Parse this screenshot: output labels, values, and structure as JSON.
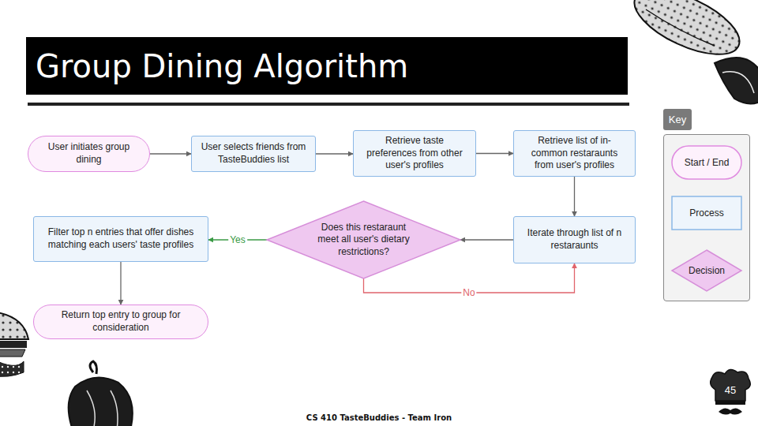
{
  "diagram": {
    "title": "Group Dining Algorithm",
    "nodes": [
      {
        "text": [
          "User initiates group dining"
        ]
      },
      {
        "text": [
          "User selects friends from TasteBuddies list"
        ]
      },
      {
        "text": [
          "Retrieve taste preferences from other user's profiles"
        ]
      },
      {
        "text": [
          "Retrieve list of in-common restaraunts from user's profiles"
        ]
      },
      {
        "text": [
          "Iterate through list of n restaraunts"
        ]
      },
      {
        "text": [
          "Does this restaraunt meet all user's dietary restrictions?"
        ]
      },
      {
        "text": [
          "Filter top n entries that offer dishes matching each users' taste profiles"
        ]
      },
      {
        "text": [
          "Return top entry to group for consideration"
        ]
      }
    ],
    "edges": [
      {
        "from": 0,
        "to": 1,
        "arrow": "to"
      },
      {
        "from": 1,
        "to": 2,
        "arrow": "to"
      },
      {
        "from": 2,
        "to": 3,
        "arrow": "to"
      },
      {
        "from": 3,
        "to": 4,
        "arrow": "to"
      },
      {
        "from": 4,
        "to": 5,
        "arrow": "to"
      },
      {
        "from": 5,
        "to": 6,
        "label": "Yes",
        "arrow": "to"
      },
      {
        "from": 5,
        "to": 4,
        "label": "No",
        "arrow": "to"
      },
      {
        "from": 6,
        "to": 7,
        "arrow": "to"
      }
    ],
    "labels": [
      "Key",
      "45",
      "CS 410 TasteBuddies - Team Iron"
    ],
    "legend": [
      {
        "text": "Start / End"
      },
      {
        "text": "Process"
      },
      {
        "text": "Decision"
      }
    ]
  }
}
